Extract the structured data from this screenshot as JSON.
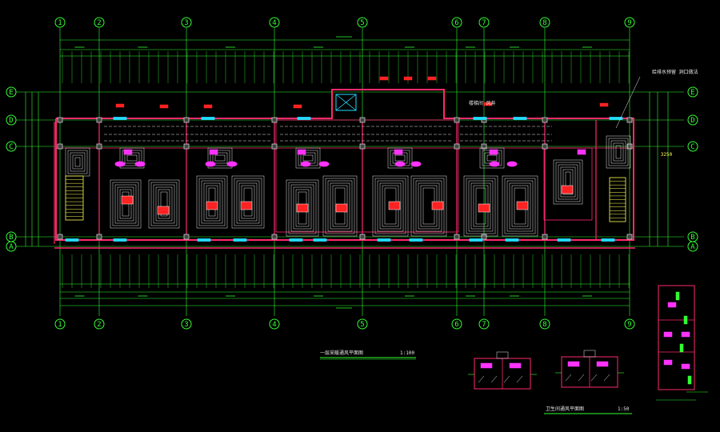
{
  "drawing": {
    "axis_columns": [
      "1",
      "2",
      "3",
      "4",
      "5",
      "6",
      "7",
      "8",
      "9"
    ],
    "axis_rows": [
      "E",
      "D",
      "C",
      "B",
      "A"
    ],
    "main_plan_title": "一层采暖通风平面图",
    "main_plan_scale": "1:100",
    "detail_title": "卫生间通风平面图",
    "detail_scale": "1:50",
    "stair_room_label": "楼梯间 风井",
    "note_label": "给排水预留 洞口做法",
    "right_dim_label": "3250",
    "colors": {
      "background": "#000000",
      "axis": "#33ff33",
      "wall": "#ff2a6d",
      "heating": "#e8e8e8",
      "cyan": "#22ddff",
      "yellow": "#ffff55",
      "red": "#ff2222",
      "magenta": "#ff33ff"
    }
  }
}
